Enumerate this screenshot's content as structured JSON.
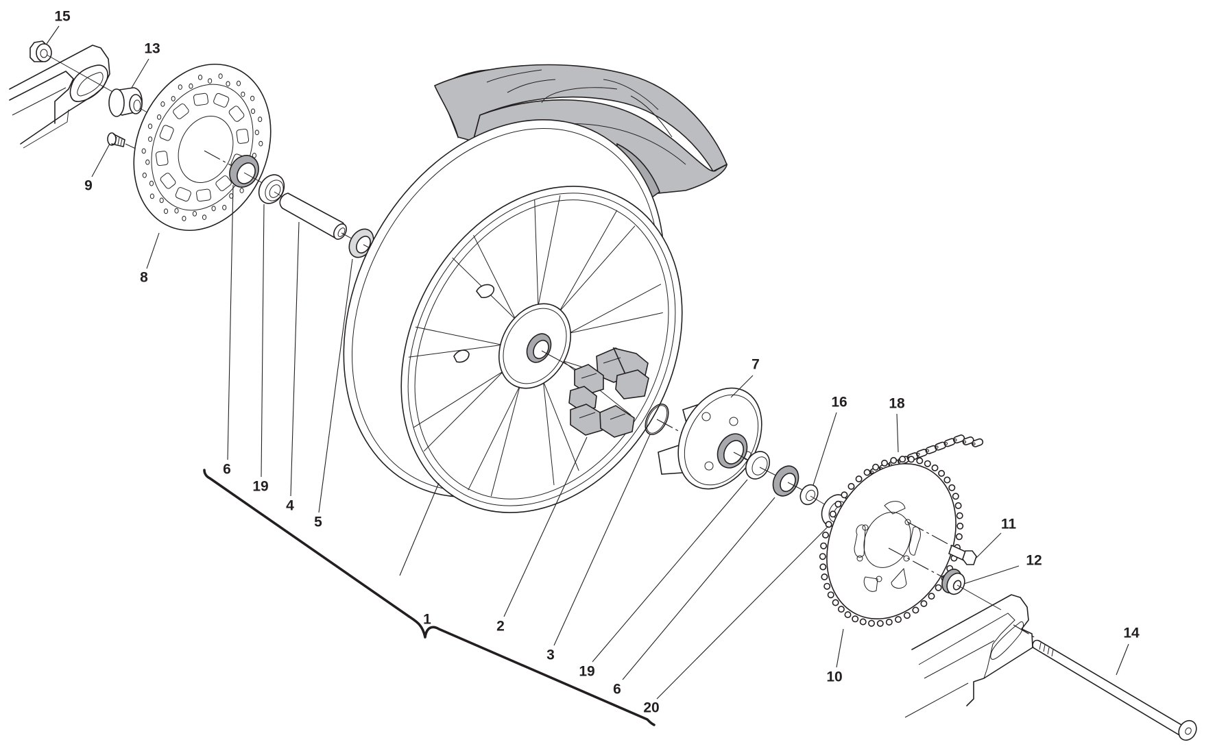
{
  "diagram": {
    "title": "Rear wheel exploded view",
    "colors": {
      "line": "#231f20",
      "tire_fill": "#bcbdc0",
      "part_shade": "#a7a9ac",
      "background": "#ffffff"
    },
    "callouts": [
      {
        "id": "c15",
        "label": "15",
        "part": "axle-nut"
      },
      {
        "id": "c13",
        "label": "13",
        "part": "spacer-left"
      },
      {
        "id": "c9",
        "label": "9",
        "part": "disc-bolt"
      },
      {
        "id": "c8",
        "label": "8",
        "part": "brake-disc"
      },
      {
        "id": "c6a",
        "label": "6",
        "part": "oil-seal-left"
      },
      {
        "id": "c19a",
        "label": "19",
        "part": "bearing-left"
      },
      {
        "id": "c4",
        "label": "4",
        "part": "inner-spacer"
      },
      {
        "id": "c5",
        "label": "5",
        "part": "washer"
      },
      {
        "id": "c1",
        "label": "1",
        "part": "rear-wheel-assembly"
      },
      {
        "id": "c2",
        "label": "2",
        "part": "cush-drive-rubbers"
      },
      {
        "id": "c3",
        "label": "3",
        "part": "o-ring"
      },
      {
        "id": "c19b",
        "label": "19",
        "part": "bearing-hub"
      },
      {
        "id": "c6b",
        "label": "6",
        "part": "oil-seal-hub"
      },
      {
        "id": "c20",
        "label": "20",
        "part": "bearing-right"
      },
      {
        "id": "c7",
        "label": "7",
        "part": "sprocket-carrier"
      },
      {
        "id": "c16",
        "label": "16",
        "part": "spacer-right"
      },
      {
        "id": "c18",
        "label": "18",
        "part": "drive-chain"
      },
      {
        "id": "c11",
        "label": "11",
        "part": "sprocket-bolt"
      },
      {
        "id": "c12",
        "label": "12",
        "part": "spacer-axle-right"
      },
      {
        "id": "c14",
        "label": "14",
        "part": "rear-axle"
      },
      {
        "id": "c10",
        "label": "10",
        "part": "rear-sprocket"
      }
    ]
  }
}
